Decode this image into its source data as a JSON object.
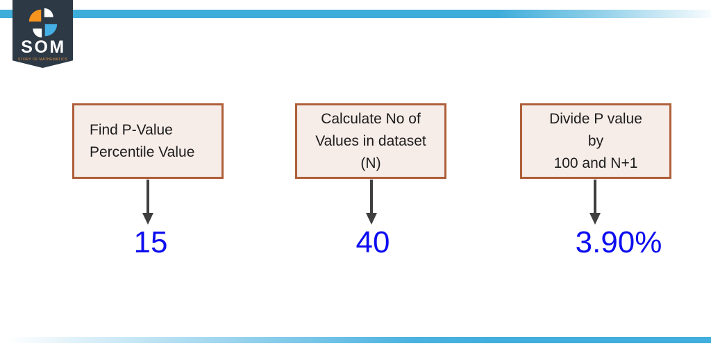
{
  "brand": {
    "name": "SOM",
    "tagline": "STORY OF MATHEMATICS",
    "logo_icon": "som-pinwheel-s-icon",
    "colors": {
      "banner_bg": "#2d3945",
      "accent_bar_blue": "#41aede",
      "icon_orange": "#f7941e",
      "icon_blue": "#45aee4",
      "tagline_orange": "#e8923f"
    }
  },
  "diagram": {
    "box_border_color": "#ae5f3a",
    "box_fill_color": "#f6ece8",
    "arrow_color": "#3f3f3f",
    "value_color": "#0d0df0",
    "steps": [
      {
        "lines": [
          "Find P-Value",
          "Percentile Value"
        ],
        "value": "15"
      },
      {
        "lines": [
          "Calculate No of",
          "Values in dataset",
          "(N)"
        ],
        "value": "40"
      },
      {
        "lines": [
          "Divide P value",
          "by",
          "100 and N+1"
        ],
        "value": "3.90%"
      }
    ]
  }
}
